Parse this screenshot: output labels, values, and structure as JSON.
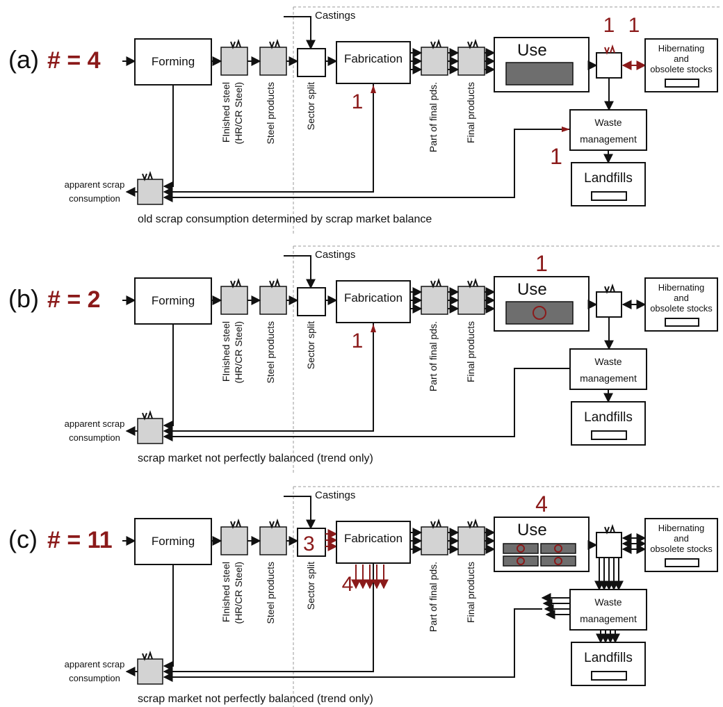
{
  "panels": [
    {
      "label": "(a)",
      "count": "# = 4",
      "caption": "old scrap consumption determined by scrap market balance",
      "fab_number": "1",
      "use_number": "",
      "use_box_number": "1",
      "stock_number": "1",
      "waste_number": "1",
      "sector_number": ""
    },
    {
      "label": "(b)",
      "count": "# = 2",
      "caption": "scrap market not perfectly balanced (trend only)",
      "fab_number": "1",
      "use_number": "1",
      "use_box_number": "",
      "stock_number": "",
      "waste_number": "",
      "sector_number": ""
    },
    {
      "label": "(c)",
      "count": "# = 11",
      "caption": "scrap market not perfectly balanced (trend only)",
      "fab_number": "4",
      "use_number": "4",
      "use_box_number": "",
      "stock_number": "",
      "waste_number": "",
      "sector_number": "3"
    }
  ],
  "labels": {
    "castings": "Castings",
    "forming": "Forming",
    "fabrication": "Fabrication",
    "use": "Use",
    "hibernating_1": "Hibernating",
    "hibernating_2": "and",
    "hibernating_3": "obsolete stocks",
    "waste_1": "Waste",
    "waste_2": "management",
    "landfills": "Landfills",
    "finished_steel_1": "FInished steel",
    "finished_steel_2": "(HR/CR Steel)",
    "steel_products": "Steel products",
    "sector_split": "Sector split",
    "part_final": "Part of final pds.",
    "final_products": "Final products",
    "scrap_1": "apparent scrap",
    "scrap_2": "consumption"
  },
  "colors": {
    "accent_red": "#8b1a1a",
    "process_grey": "#d3d3d3",
    "stock_dark": "#6e6e6e"
  }
}
